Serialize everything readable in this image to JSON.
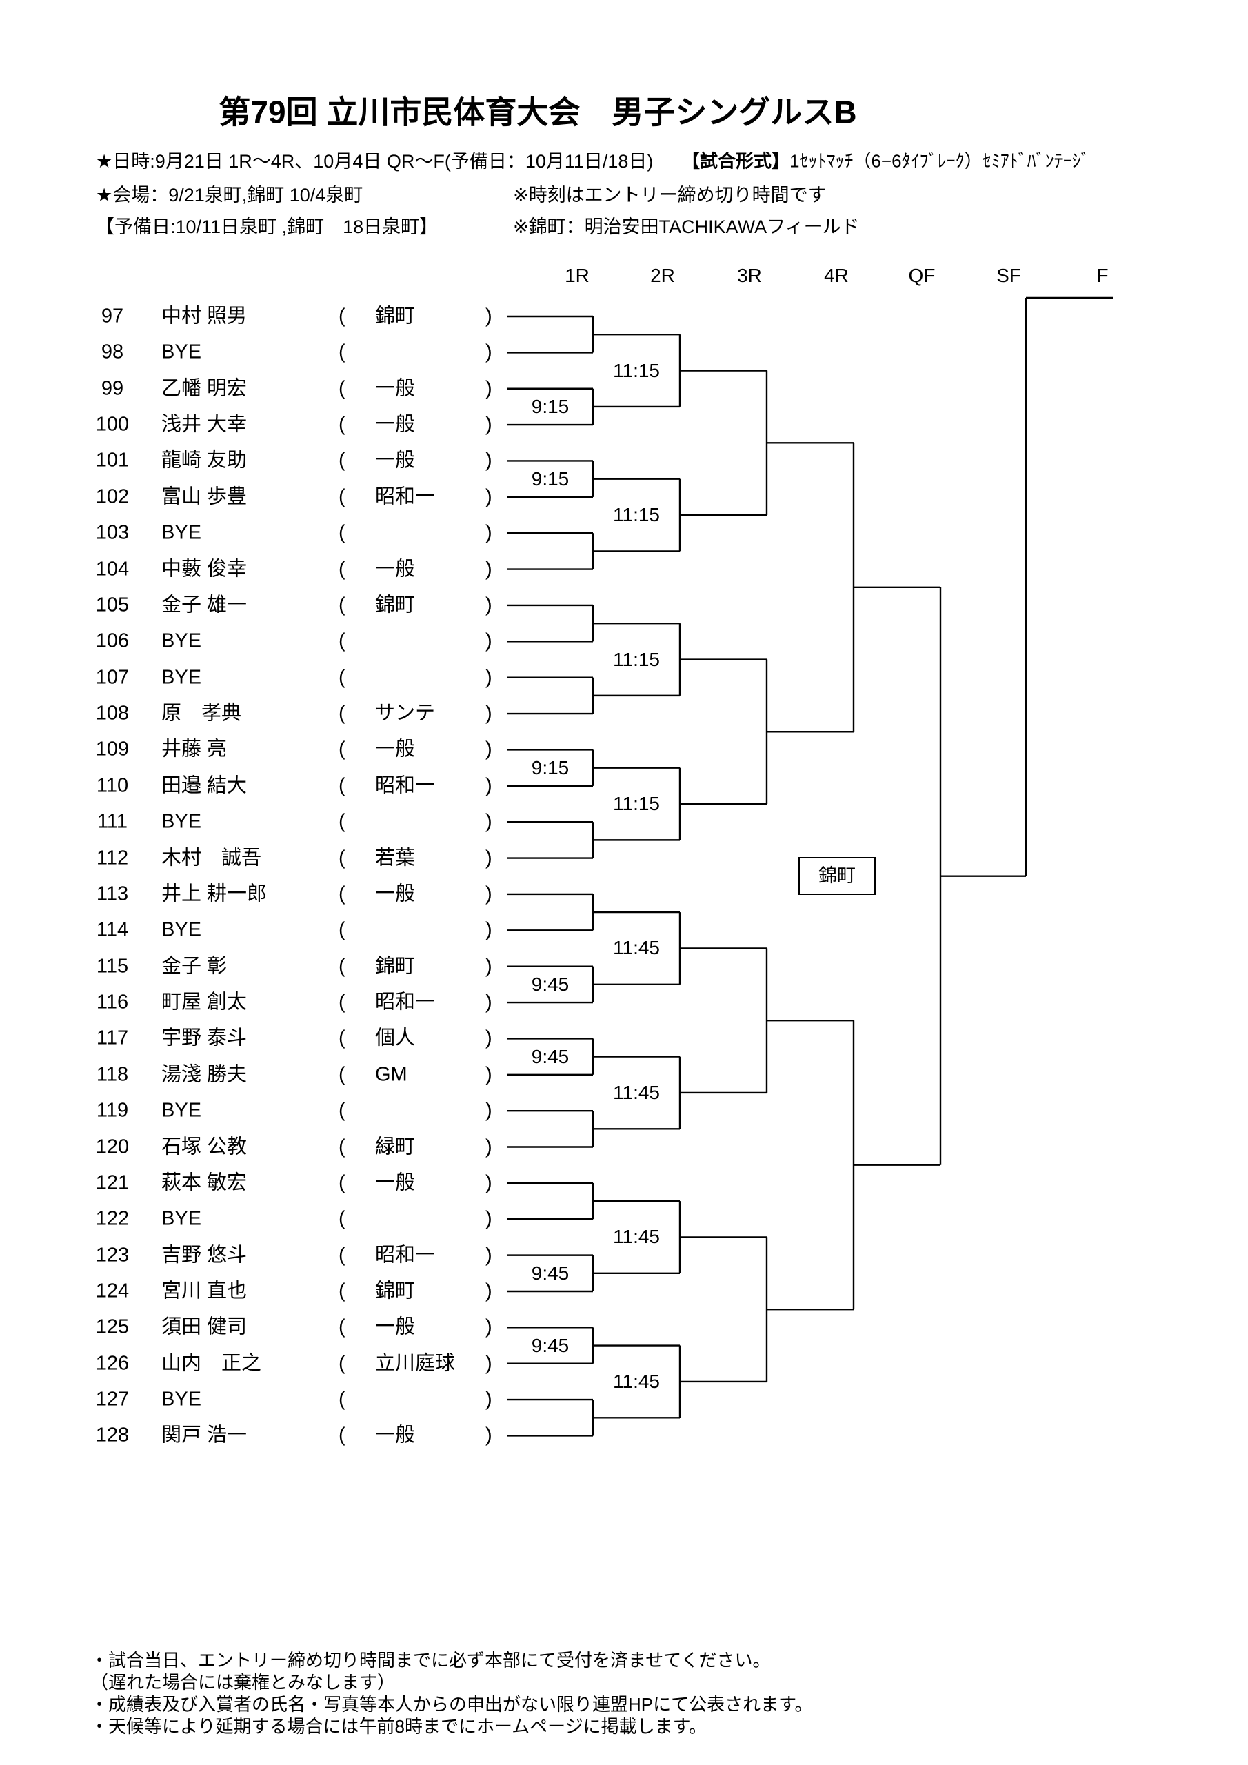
{
  "title": "第79回 立川市民体育大会　男子シングルスB",
  "info": {
    "schedule": "★日時:9月21日 1R～4R、10月4日 QR～F(予備日：10月11日/18日)",
    "format_label": "【試合形式】",
    "format_value": "1ｾｯﾄﾏｯﾁ（6−6ﾀｲﾌﾞﾚｰｸ）ｾﾐｱﾄﾞﾊﾞﾝﾃｰｼﾞ",
    "venue": "★会場：9/21泉町,錦町 10/4泉町",
    "time_note": "※時刻はエントリー締め切り時間です",
    "reserve": "【予備日:10/11日泉町 ,錦町　18日泉町】",
    "venue_note": "※錦町：明治安田TACHIKAWAフィールド"
  },
  "rounds": [
    "1R",
    "2R",
    "3R",
    "4R",
    "QF",
    "SF",
    "F"
  ],
  "club_marks": {
    "open": "(",
    "close": ")"
  },
  "players": [
    {
      "no": "97",
      "name": "中村 照男",
      "club": "錦町"
    },
    {
      "no": "98",
      "name": "BYE"
    },
    {
      "no": "99",
      "name": "乙幡 明宏",
      "club": "一般"
    },
    {
      "no": "100",
      "name": "浅井 大幸",
      "club": "一般"
    },
    {
      "no": "101",
      "name": "龍崎 友助",
      "club": "一般"
    },
    {
      "no": "102",
      "name": "富山 歩豊",
      "club": "昭和一"
    },
    {
      "no": "103",
      "name": "BYE"
    },
    {
      "no": "104",
      "name": "中藪 俊幸",
      "club": "一般"
    },
    {
      "no": "105",
      "name": "金子 雄一",
      "club": "錦町"
    },
    {
      "no": "106",
      "name": "BYE"
    },
    {
      "no": "107",
      "name": "BYE"
    },
    {
      "no": "108",
      "name": "原　孝典",
      "club": "サンテ"
    },
    {
      "no": "109",
      "name": "井藤 亮",
      "club": "一般"
    },
    {
      "no": "110",
      "name": "田邉 結大",
      "club": "昭和一"
    },
    {
      "no": "111",
      "name": "BYE"
    },
    {
      "no": "112",
      "name": "木村　誠吾",
      "club": "若葉"
    },
    {
      "no": "113",
      "name": "井上 耕一郎",
      "club": "一般"
    },
    {
      "no": "114",
      "name": "BYE"
    },
    {
      "no": "115",
      "name": "金子 彰",
      "club": "錦町"
    },
    {
      "no": "116",
      "name": "町屋 創太",
      "club": "昭和一"
    },
    {
      "no": "117",
      "name": "宇野 泰斗",
      "club": "個人"
    },
    {
      "no": "118",
      "name": "湯淺 勝夫",
      "club": "GM"
    },
    {
      "no": "119",
      "name": "BYE"
    },
    {
      "no": "120",
      "name": "石塚 公教",
      "club": "緑町"
    },
    {
      "no": "121",
      "name": "萩本 敏宏",
      "club": "一般"
    },
    {
      "no": "122",
      "name": "BYE"
    },
    {
      "no": "123",
      "name": "吉野 悠斗",
      "club": "昭和一"
    },
    {
      "no": "124",
      "name": "宮川 直也",
      "club": "錦町"
    },
    {
      "no": "125",
      "name": "須田 健司",
      "club": "一般"
    },
    {
      "no": "126",
      "name": "山内　正之",
      "club": "立川庭球"
    },
    {
      "no": "127",
      "name": "BYE"
    },
    {
      "no": "128",
      "name": "関戸 浩一",
      "club": "一般"
    }
  ],
  "first_round_times": [
    null,
    "9:15",
    "9:15",
    null,
    null,
    null,
    "9:15",
    null,
    null,
    "9:45",
    "9:45",
    null,
    null,
    "9:45",
    "9:45",
    null
  ],
  "second_round_times": [
    "11:15",
    "11:15",
    "11:15",
    "11:15",
    "11:45",
    "11:45",
    "11:45",
    "11:45"
  ],
  "venue_box": "錦町",
  "footer_notes": [
    "・試合当日、エントリー締め切り時間までに必ず本部にて受付を済ませてください。",
    "（遅れた場合には棄権とみなします）",
    "・成績表及び入賞者の氏名・写真等本人からの申出がない限り連盟HPにて公表されます。",
    "・天候等により延期する場合には午前8時までにホームページに掲載します。"
  ]
}
